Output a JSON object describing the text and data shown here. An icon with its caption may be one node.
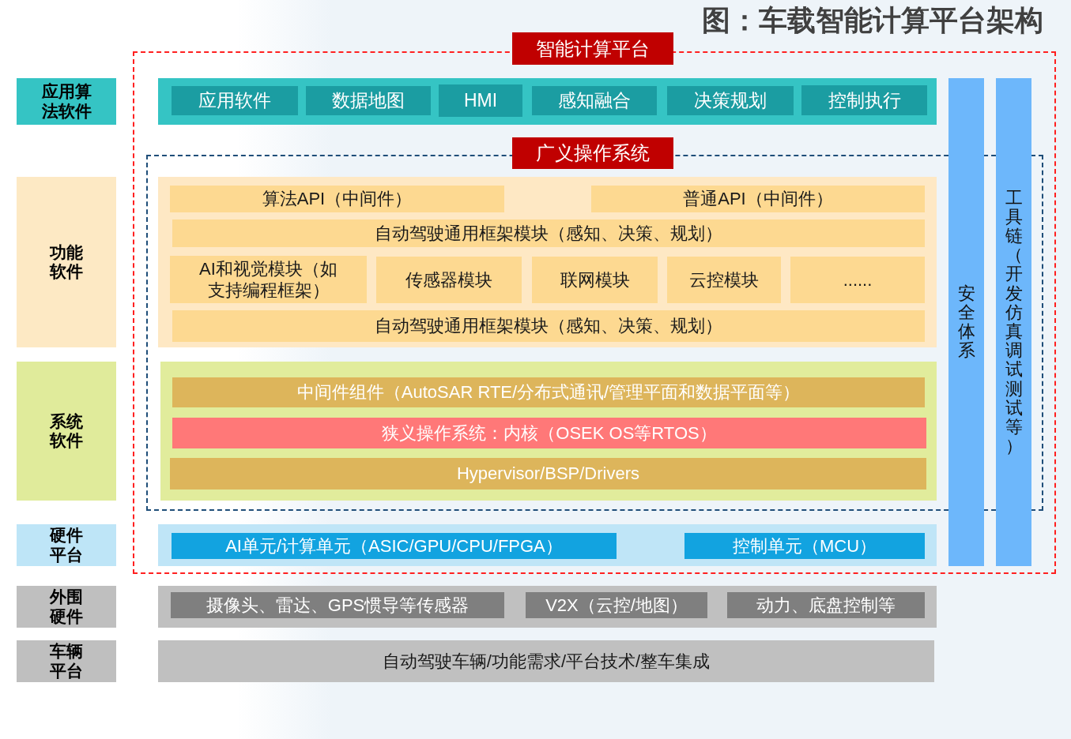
{
  "diagram": {
    "title": "图：车载智能计算平台架构",
    "nodes": [
      {
        "text": [
          "智能计算平台"
        ]
      },
      {
        "text": [
          "应用算法软件"
        ]
      },
      {
        "text": [],
        "shape": "band",
        "in": 0
      },
      {
        "text": [
          "应用软件"
        ],
        "in": 2
      },
      {
        "text": [
          "数据地图"
        ],
        "in": 2
      },
      {
        "text": [
          "HMI"
        ],
        "in": 2
      },
      {
        "text": [
          "感知融合"
        ],
        "in": 2
      },
      {
        "text": [
          "决策规划"
        ],
        "in": 2
      },
      {
        "text": [
          "控制执行"
        ],
        "in": 2
      },
      {
        "text": [
          "安全体系"
        ],
        "in": 0
      },
      {
        "text": [
          "工具链（开发仿真调试测试等）"
        ],
        "in": 0
      },
      {
        "text": [
          "广义操作系统"
        ],
        "in": 0
      },
      {
        "text": [
          "功能软件"
        ]
      },
      {
        "text": [],
        "shape": "band",
        "in": 11
      },
      {
        "text": [
          "算法API（中间件）"
        ],
        "in": 13
      },
      {
        "text": [
          "普通API（中间件）"
        ],
        "in": 13
      },
      {
        "text": [
          "自动驾驶通用框架模块（感知、决策、规划）"
        ],
        "in": 13
      },
      {
        "text": [
          "AI和视觉模块（如支持编程框架）"
        ],
        "in": 13
      },
      {
        "text": [
          "传感器模块"
        ],
        "in": 13
      },
      {
        "text": [
          "联网模块"
        ],
        "in": 13
      },
      {
        "text": [
          "云控模块"
        ],
        "in": 13
      },
      {
        "text": [
          "......"
        ],
        "in": 13
      },
      {
        "text": [
          "自动驾驶通用框架模块（感知、决策、规划）"
        ],
        "in": 13
      },
      {
        "text": [
          "系统软件"
        ]
      },
      {
        "text": [],
        "shape": "band",
        "in": 11
      },
      {
        "text": [
          "中间件组件（AutoSAR RTE/分布式通讯/管理平面和数据平面等）"
        ],
        "in": 24
      },
      {
        "text": [
          "狭义操作系统：内核（OSEK OS等RTOS）"
        ],
        "in": 24
      },
      {
        "text": [
          "Hypervisor/BSP/Drivers"
        ],
        "in": 24
      },
      {
        "text": [
          "硬件平台"
        ]
      },
      {
        "text": [],
        "shape": "band",
        "in": 0
      },
      {
        "text": [
          "AI单元/计算单元（ASIC/GPU/CPU/FPGA）"
        ],
        "in": 29
      },
      {
        "text": [
          "控制单元（MCU）"
        ],
        "in": 29
      },
      {
        "text": [
          "外围硬件"
        ]
      },
      {
        "text": [],
        "shape": "band"
      },
      {
        "text": [
          "摄像头、雷达、GPS惯导等传感器"
        ],
        "in": 33
      },
      {
        "text": [
          "V2X（云控/地图）"
        ],
        "in": 33
      },
      {
        "text": [
          "动力、底盘控制等"
        ],
        "in": 33
      },
      {
        "text": [
          "车辆平台"
        ]
      },
      {
        "text": [
          "自动驾驶车辆/功能需求/平台技术/整车集成"
        ]
      }
    ]
  }
}
